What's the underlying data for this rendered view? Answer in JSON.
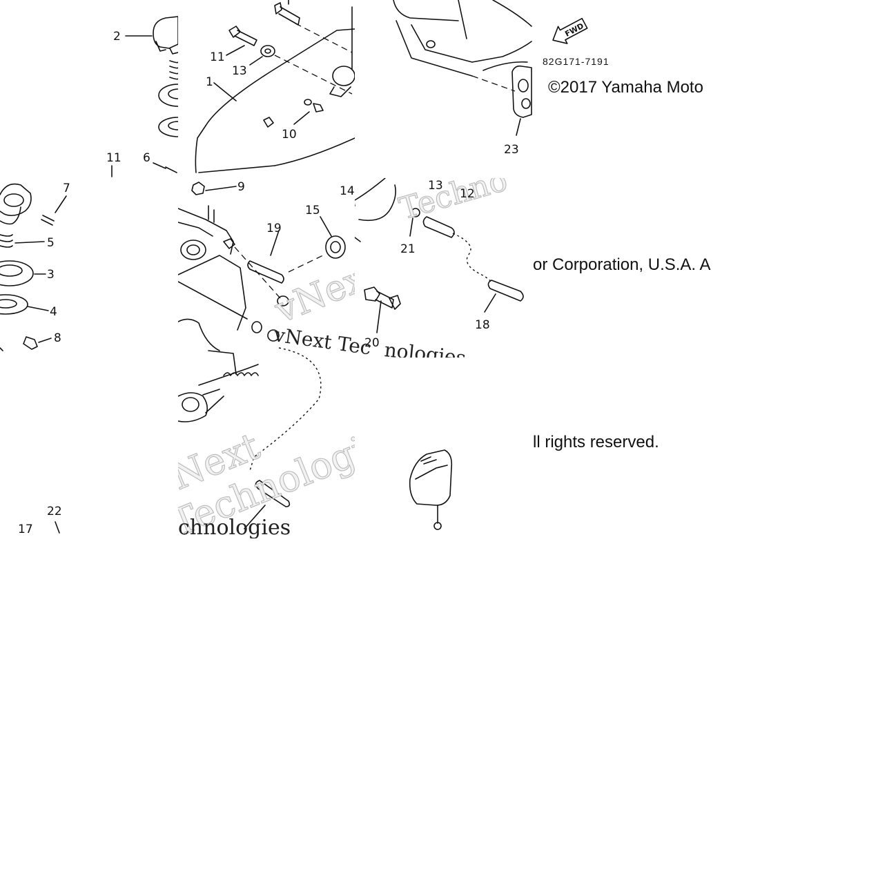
{
  "diagram": {
    "part_code": "82G171-7191",
    "direction_tag": "FWD",
    "copyright_line_1": "©2017 Yamaha Moto",
    "copyright_line_2": "or Corporation, U.S.A. A",
    "copyright_line_3": "ll rights reserved.",
    "watermark_1": "vNext Technologies",
    "watermark_2": "Next",
    "watermark_3": "Technologies",
    "watermark_4": "chnologies",
    "watermark_5": "vNext Tec",
    "watermark_6": "nologies",
    "watermark_7": "Techno",
    "callouts": {
      "c1": "1",
      "c2": "2",
      "c3": "3",
      "c4": "4",
      "c5": "5",
      "c6": "6",
      "c7": "7",
      "c8": "8",
      "c9": "9",
      "c10": "10",
      "c11a": "11",
      "c11b": "11",
      "c12": "12",
      "c13a": "13",
      "c13b": "13",
      "c14": "14",
      "c15": "15",
      "c17": "17",
      "c18": "18",
      "c19": "19",
      "c20": "20",
      "c21": "21",
      "c22": "22",
      "c23": "23"
    }
  }
}
